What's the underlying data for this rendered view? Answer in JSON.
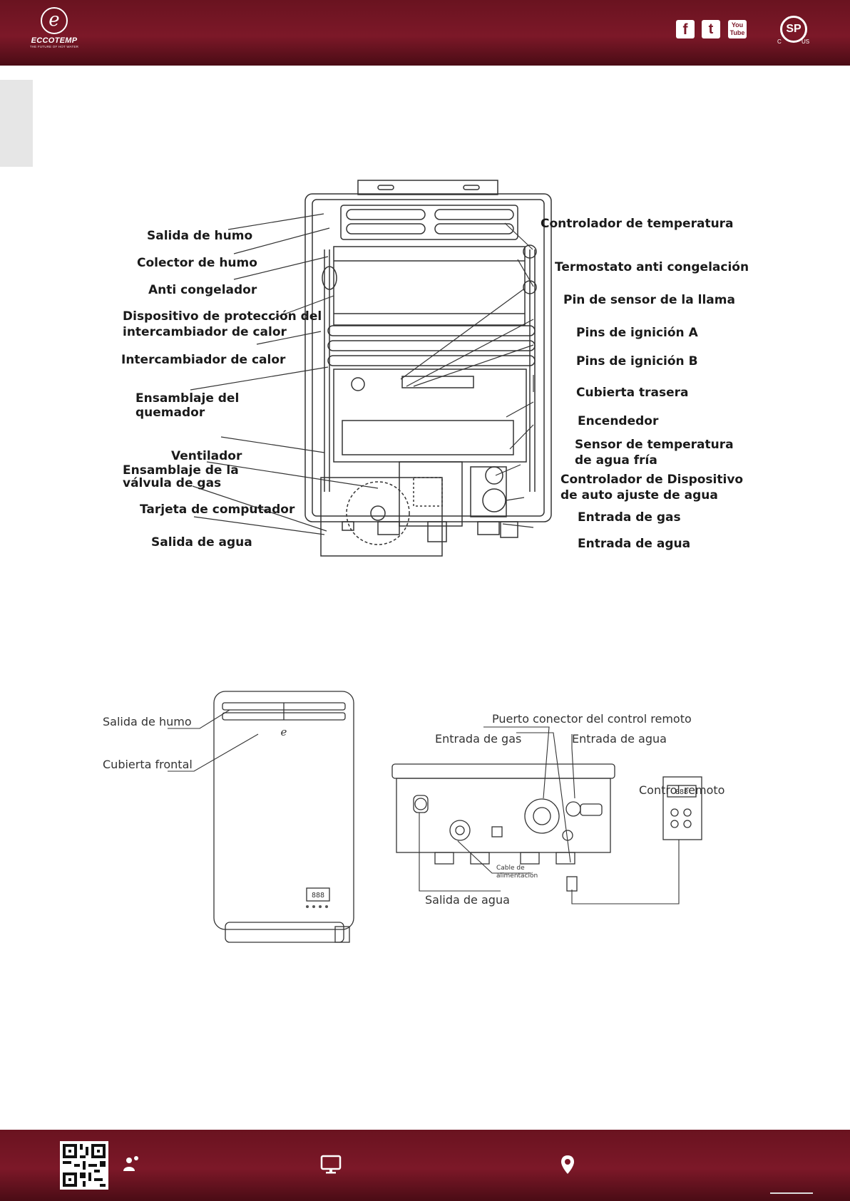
{
  "header": {
    "brand_name": "ECCOTEMP",
    "brand_tagline": "THE FUTURE OF HOT WATER",
    "social": {
      "facebook": "f",
      "twitter": "t",
      "youtube_top": "You",
      "youtube_bottom": "Tube"
    },
    "cert": {
      "mark": "SP",
      "left": "C",
      "right": "US"
    }
  },
  "diagram_interior": {
    "labels_left": [
      "Salida de humo",
      "Colector de humo",
      "Anti congelador",
      "Dispositivo de protección del",
      "intercambiador de calor",
      "Intercambiador de calor",
      "Ensamblaje del",
      "quemador",
      "Ventilador",
      "Ensamblaje de la",
      "válvula de gas",
      "Tarjeta de computador",
      "Salida de agua"
    ],
    "labels_right": [
      "Controlador de temperatura",
      "Termostato anti congelación",
      "Pin de sensor de la llama",
      "Pins de ignición A",
      "Pins de ignición B",
      "Cubierta trasera",
      "Encendedor",
      "Sensor de temperatura",
      "de agua fría",
      "Controlador de Dispositivo",
      "de auto ajuste de agua",
      "Entrada de gas",
      "Entrada de agua"
    ]
  },
  "diagram_front": {
    "labels": [
      "Salida de humo",
      "Cubierta frontal"
    ],
    "display_text": "888"
  },
  "diagram_bottom": {
    "labels": [
      "Puerto conector del control remoto",
      "Entrada de gas",
      "Entrada de agua",
      "Control remoto",
      "Cable de",
      "alimentación",
      "Salida de agua"
    ],
    "remote_display": "888"
  }
}
